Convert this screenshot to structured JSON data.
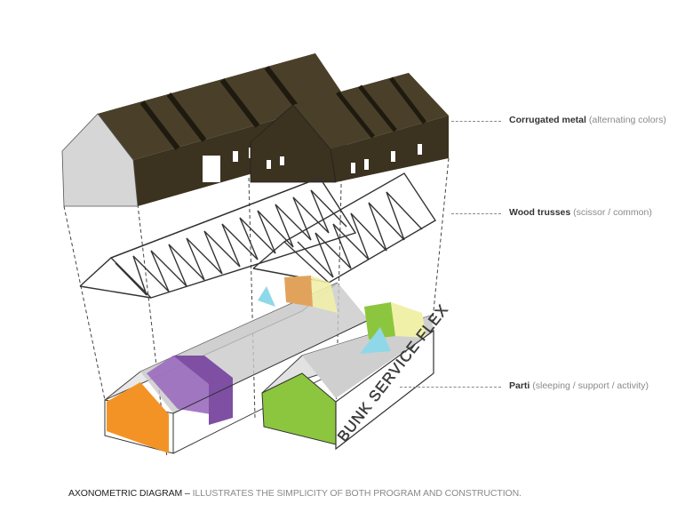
{
  "labels": [
    {
      "title": "Corrugated metal",
      "detail": "(alternating colors)"
    },
    {
      "title": "Wood trusses",
      "detail": "(scissor / common)"
    },
    {
      "title": "Parti",
      "detail": "(sleeping / support / activity)"
    }
  ],
  "building_text": "BUNK SERVICE FLEX",
  "caption": {
    "title": "AXONOMETRIC DIAGRAM –",
    "text": "ILLUSTRATES THE SIMPLICITY OF BOTH PROGRAM AND CONSTRUCTION."
  },
  "colors": {
    "roof": "#3b3220",
    "roof_stripe": "#1f1a10",
    "sleeping_orange": "#f39326",
    "purple": "#9b6bbf",
    "green": "#8cc63e",
    "yellow": "#f1f0a8",
    "cyan": "#8fd8ea",
    "ochre": "#e1a35c"
  }
}
